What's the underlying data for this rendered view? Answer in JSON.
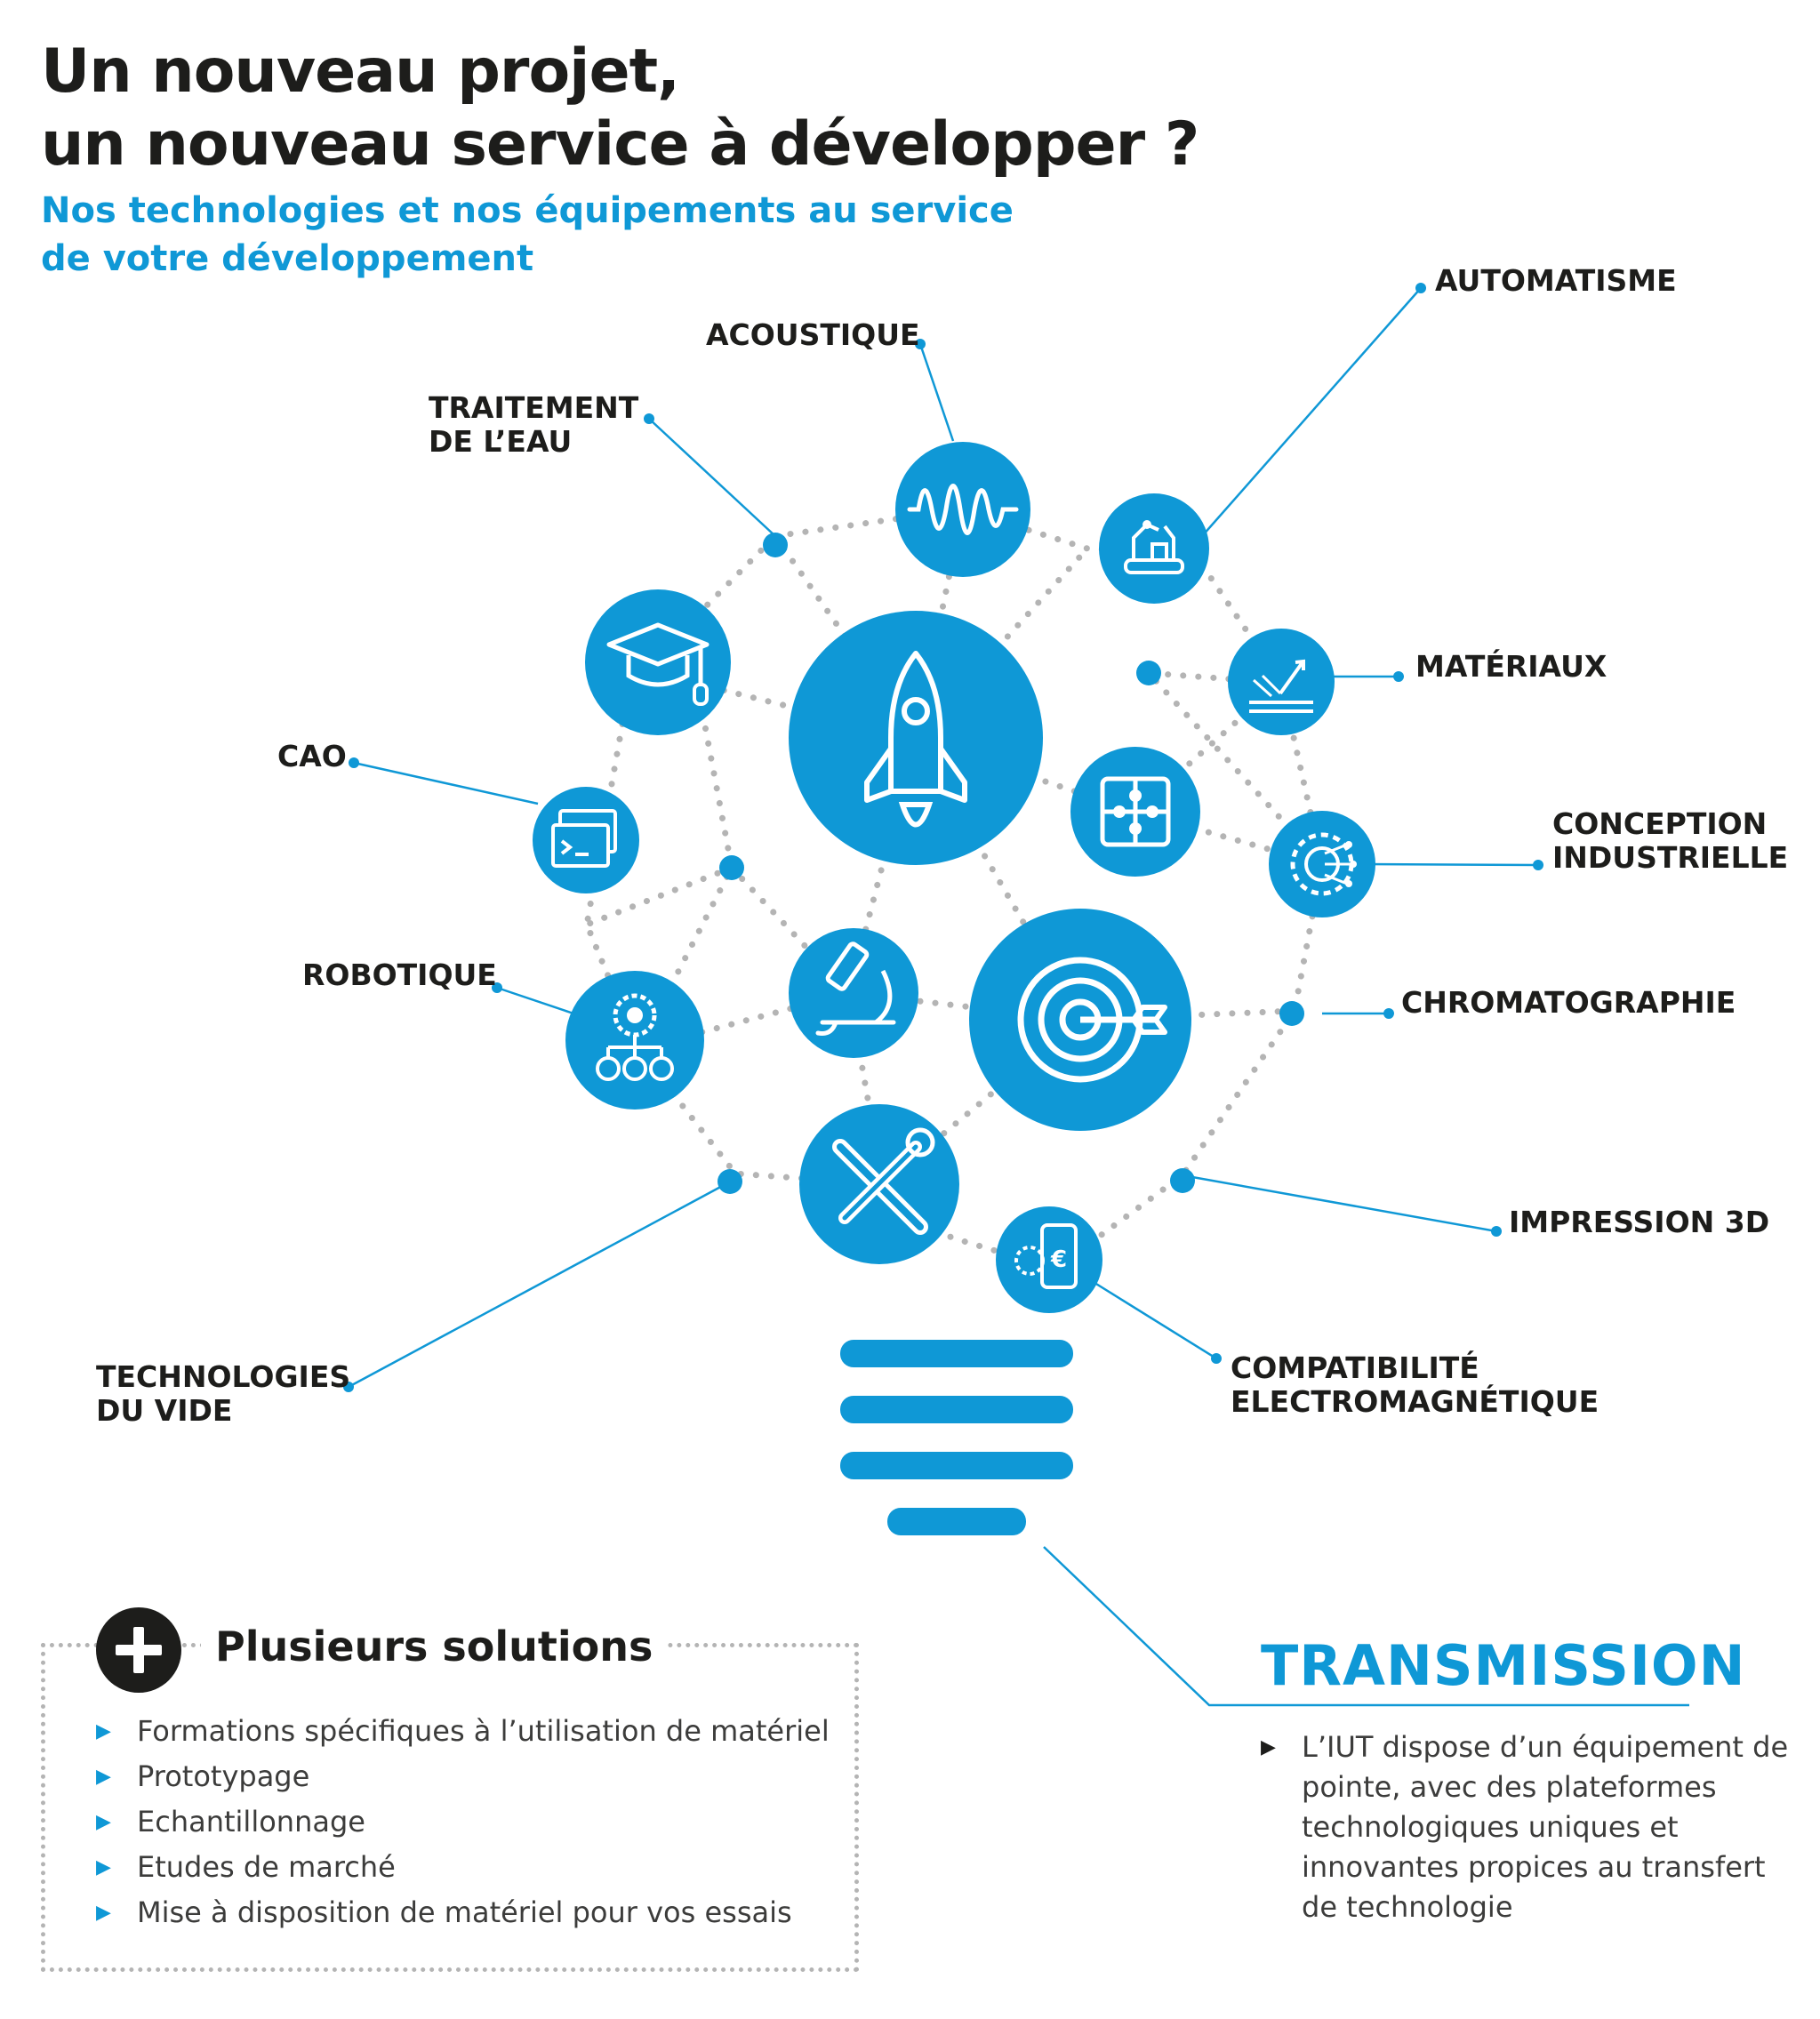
{
  "header": {
    "title_line1": "Un nouveau projet,",
    "title_line2": "un nouveau service à développer ?",
    "subtitle_line1": "Nos technologies et nos équipements au service",
    "subtitle_line2": "de votre développement"
  },
  "labels": {
    "acoustique": "ACOUSTIQUE",
    "automatisme": "AUTOMATISME",
    "traitement_1": "TRAITEMENT",
    "traitement_2": "DE L’EAU",
    "materiaux": "MATÉRIAUX",
    "cao": "CAO",
    "conception_1": "CONCEPTION",
    "conception_2": "INDUSTRIELLE",
    "robotique": "ROBOTIQUE",
    "chromatographie": "CHROMATOGRAPHIE",
    "impression": "IMPRESSION 3D",
    "vide_1": "TECHNOLOGIES",
    "vide_2": "DU VIDE",
    "cem_1": "COMPATIBILITÉ",
    "cem_2": "ELECTROMAGNÉTIQUE"
  },
  "icons": {
    "acoustique": "sound-wave-icon",
    "automatisme": "assembly-robot-icon",
    "formation": "graduation-cap-icon",
    "innovation": "rocket-icon",
    "materiaux": "material-surface-icon",
    "solution": "puzzle-icon",
    "cao": "software-window-icon",
    "conception": "gear-circuit-icon",
    "recherche": "microscope-icon",
    "objectif": "target-icon",
    "robotique": "process-flow-icon",
    "outils": "tools-icon",
    "cem": "phone-euro-icon"
  },
  "colors": {
    "accent": "#0f98d6",
    "text": "#1d1d1b",
    "dots": "#b4b4b4"
  },
  "solutions": {
    "title": "Plusieurs solutions",
    "items": [
      "Formations spécifiques à l’utilisation de matériel",
      "Prototypage",
      "Echantillonnage",
      "Etudes de marché",
      "Mise à disposition de matériel pour vos essais"
    ]
  },
  "transmission": {
    "title": "TRANSMISSION",
    "lines": [
      "L’IUT dispose d’un équipement de pointe, avec des plateformes technologiques uniques et innovantes propices au transfert de technologie"
    ]
  }
}
